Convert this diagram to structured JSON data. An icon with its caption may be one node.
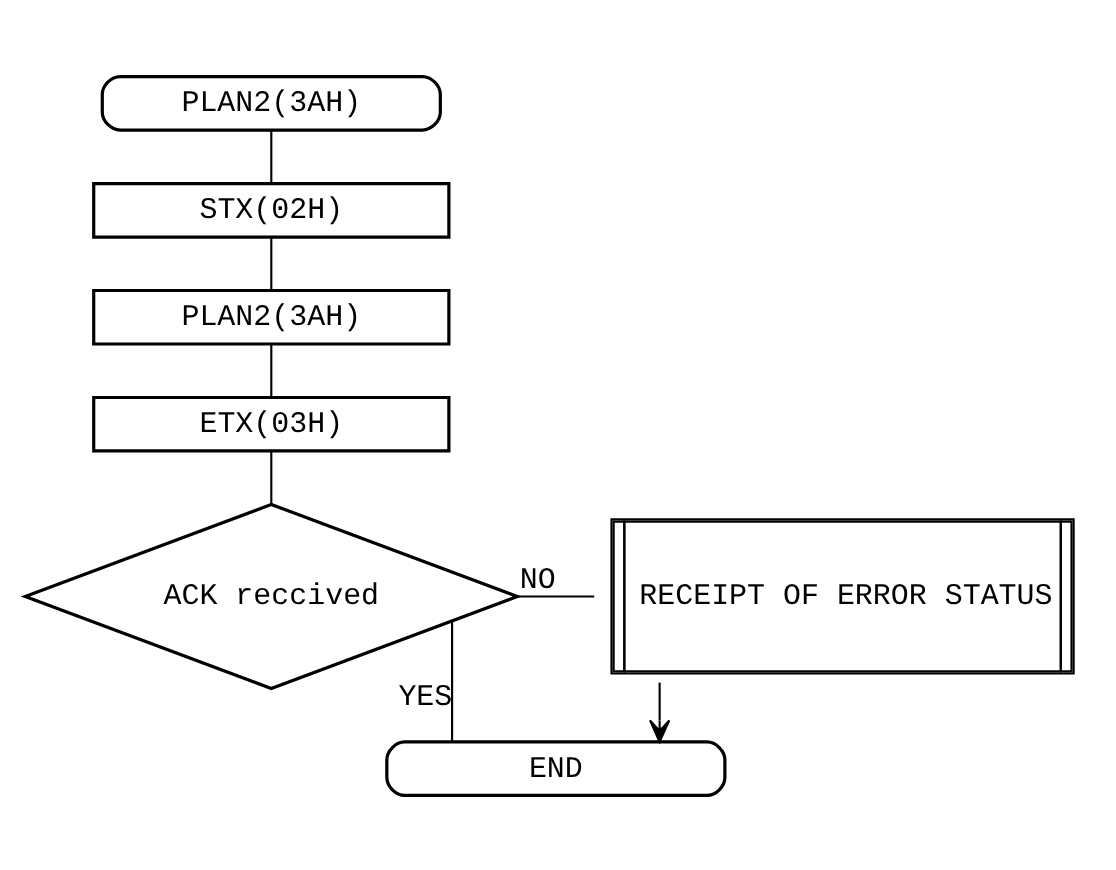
{
  "diagram": {
    "nodes": [
      {
        "text": [
          "PLAN2(3AH)"
        ]
      },
      {
        "text": [
          "STX(02H)"
        ]
      },
      {
        "text": [
          "PLAN2(3AH)"
        ]
      },
      {
        "text": [
          "ETX(03H)"
        ]
      },
      {
        "text": [
          "ACK reccived"
        ]
      },
      {
        "text": [
          "RECEIPT OF ERROR STATUS"
        ]
      },
      {
        "text": [
          "END"
        ]
      }
    ],
    "edges": [
      {
        "from": 0,
        "to": 1,
        "arrow": "none"
      },
      {
        "from": 1,
        "to": 2,
        "arrow": "none"
      },
      {
        "from": 2,
        "to": 3,
        "arrow": "none"
      },
      {
        "from": 3,
        "to": 4,
        "arrow": "none"
      },
      {
        "from": 4,
        "to": 5,
        "arrow": "none",
        "label": "NO"
      },
      {
        "from": 4,
        "to": 6,
        "arrow": "none",
        "label": "YES"
      },
      {
        "from": 5,
        "to": 6,
        "arrow": "to"
      }
    ]
  }
}
